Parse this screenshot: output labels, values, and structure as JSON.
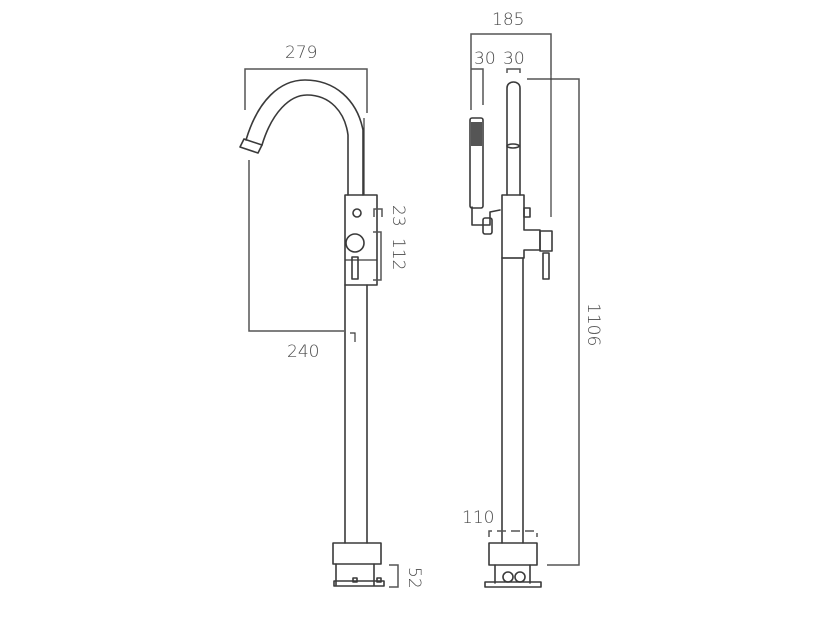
{
  "drawing": {
    "views": [
      {
        "name": "front-view",
        "description": "Freestanding bath filler, gooseneck spout"
      },
      {
        "name": "side-view",
        "description": "Freestanding bath filler with handheld shower"
      }
    ],
    "dimensions": {
      "spout_reach_overall": "279",
      "spout_reach": "240",
      "control_offset": "23",
      "lever_height": "112",
      "base_height": "52",
      "overall_depth": "185",
      "handset_width": "30",
      "spout_width": "30",
      "overall_height": "1106",
      "base_width": "110"
    },
    "colors": {
      "line": "#3a3a3a",
      "dimension": "#555555",
      "background": "#ffffff"
    }
  }
}
